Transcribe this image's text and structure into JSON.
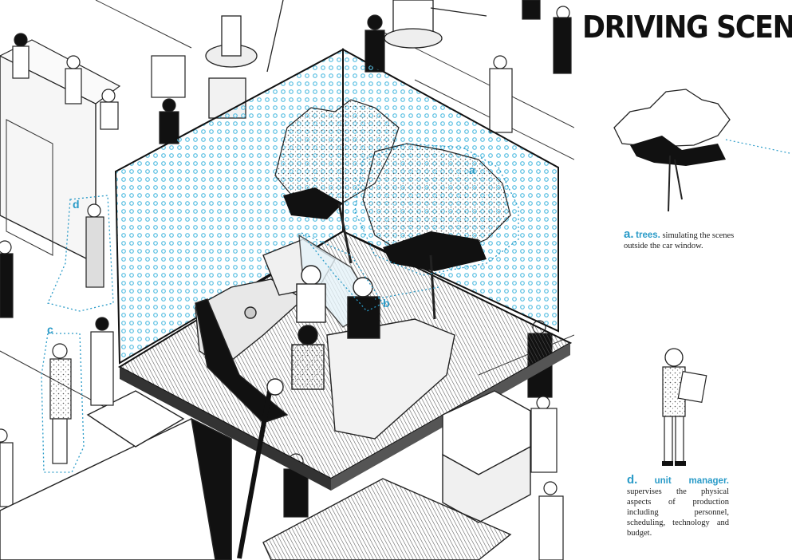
{
  "title": "DRIVING SCEN",
  "labels": {
    "a": "a",
    "b": "b",
    "c": "c",
    "d": "d"
  },
  "captions": [
    {
      "letter": "a.",
      "term": "trees.",
      "text": "simulating the scenes outside the car window."
    },
    {
      "letter": "d.",
      "term": "unit manager.",
      "text": "supervises the physical aspects of production including personnel, scheduling, technology and budget."
    }
  ],
  "colors": {
    "accent": "#2a9bc8",
    "dots": "#59bfe2",
    "ink": "#111111"
  }
}
